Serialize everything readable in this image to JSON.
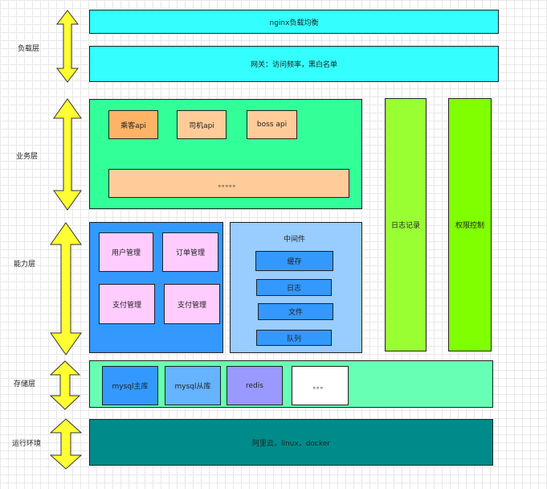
{
  "layers": {
    "load": "负载层",
    "business": "业务层",
    "capability": "能力层",
    "storage": "存储层",
    "runtime": "运行环境"
  },
  "load": {
    "nginx": "nginx负载均衡",
    "gateway": "网关：访问频率，黑白名单"
  },
  "business": {
    "passenger_api": "乘客api",
    "driver_api": "司机api",
    "boss_api": "boss api",
    "more": "。。。。。"
  },
  "capability": {
    "user_mgmt": "用户管理",
    "order_mgmt": "订单管理",
    "pay_mgmt_1": "支付管理",
    "pay_mgmt_2": "支付管理"
  },
  "middleware": {
    "title": "中间件",
    "cache": "缓存",
    "log": "日志",
    "file": "文件",
    "queue": "队列"
  },
  "side": {
    "log_record": "日志记录",
    "permission": "权限控制"
  },
  "storage": {
    "mysql_master": "mysql主库",
    "mysql_slave": "mysql从库",
    "redis": "redis",
    "more": "。。。"
  },
  "runtime": {
    "env": "阿里云，linux，docker"
  },
  "colors": {
    "cyan": "#33ffff",
    "green": "#33ff99",
    "peach": "#ffcc99",
    "orange": "#ffb366",
    "blue": "#3399ff",
    "light_blue": "#99ccff",
    "pink": "#ffccff",
    "lime_a": "#99ff33",
    "lime_b": "#80ff00",
    "mint": "#66ffb3",
    "purple": "#9999ff",
    "teal": "#008b8b",
    "arrow_yellow": "#ffff33"
  }
}
